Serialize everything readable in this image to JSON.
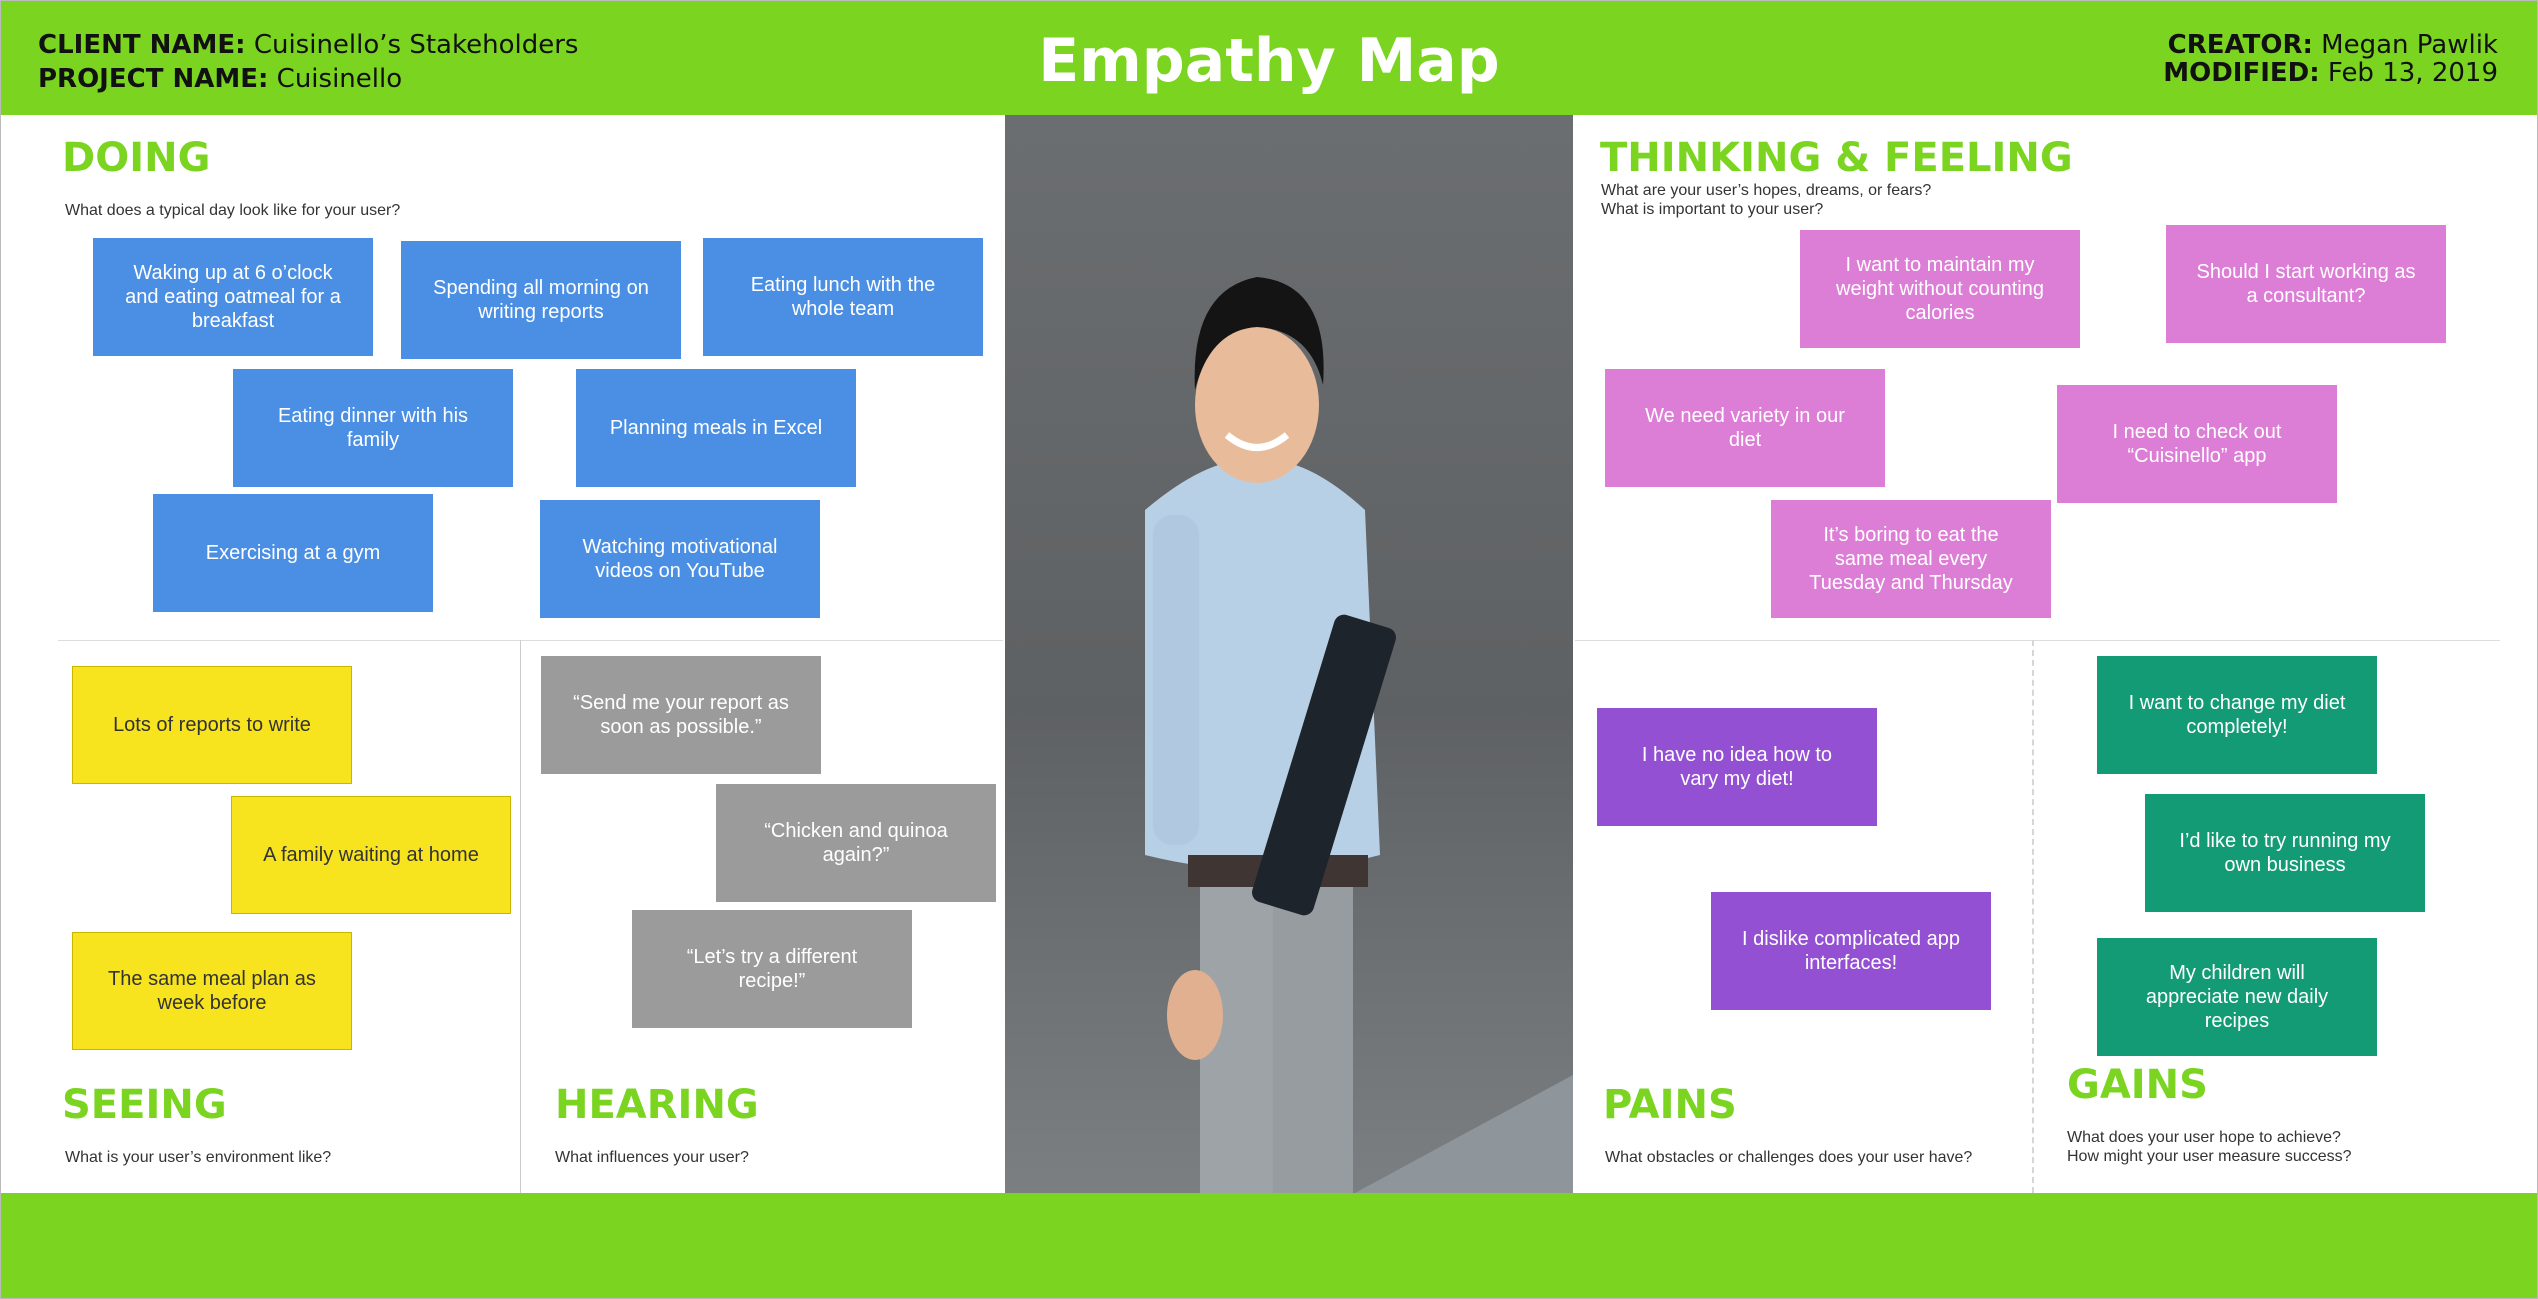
{
  "header": {
    "client_label": "CLIENT NAME:",
    "client_value": "Cuisinello’s Stakeholders",
    "project_label": "PROJECT NAME:",
    "project_value": "Cuisinello",
    "title": "Empathy Map",
    "creator_label": "CREATOR:",
    "creator_value": "Megan Pawlik",
    "modified_label": "MODIFIED:",
    "modified_value": "Feb 13, 2019"
  },
  "doing": {
    "title": "DOING",
    "question": "What does a typical day look like for your user?",
    "notes": [
      "Waking up at 6 o’clock and eating oatmeal for a breakfast",
      "Spending all morning on writing reports",
      "Eating lunch with the whole team",
      "Eating dinner with his family",
      "Planning meals in Excel",
      "Exercising at a gym",
      "Watching motivational videos on YouTube"
    ]
  },
  "thinking": {
    "title": "THINKING & FEELING",
    "question_1": "What are your user’s hopes, dreams, or fears?",
    "question_2": "What is important to your user?",
    "notes": [
      "I want to maintain my weight without counting calories",
      "Should I start working as a consultant?",
      "We need variety in our diet",
      "I need to check out “Cuisinello” app",
      "It’s boring to eat the same meal every Tuesday and Thursday"
    ]
  },
  "seeing": {
    "title": "SEEING",
    "question": "What is your user’s environment like?",
    "notes": [
      "Lots of reports to write",
      "A family waiting at home",
      "The same meal plan as week before"
    ]
  },
  "hearing": {
    "title": "HEARING",
    "question": "What influences your user?",
    "notes": [
      "“Send me your report as soon as possible.”",
      "“Chicken and quinoa again?”",
      "“Let’s try a different recipe!”"
    ]
  },
  "pains": {
    "title": "PAINS",
    "question": "What obstacles or challenges does your user have?",
    "notes": [
      "I have no idea how to vary my diet!",
      "I dislike complicated app interfaces!"
    ]
  },
  "gains": {
    "title": "GAINS",
    "question_1": "What does your user hope to achieve?",
    "question_2": "How might your user measure success?",
    "notes": [
      "I want to change my diet completely!",
      "I’d like to try running my own business",
      "My children will appreciate new daily recipes"
    ]
  },
  "colors": {
    "brand_green": "#7ad420",
    "doing_blue": "#4a8fe3",
    "thinking_pink": "#dd7ed6",
    "seeing_yellow": "#f7e41f",
    "hearing_gray": "#9b9b9b",
    "pains_purple": "#9450d3",
    "gains_green": "#139b75"
  }
}
